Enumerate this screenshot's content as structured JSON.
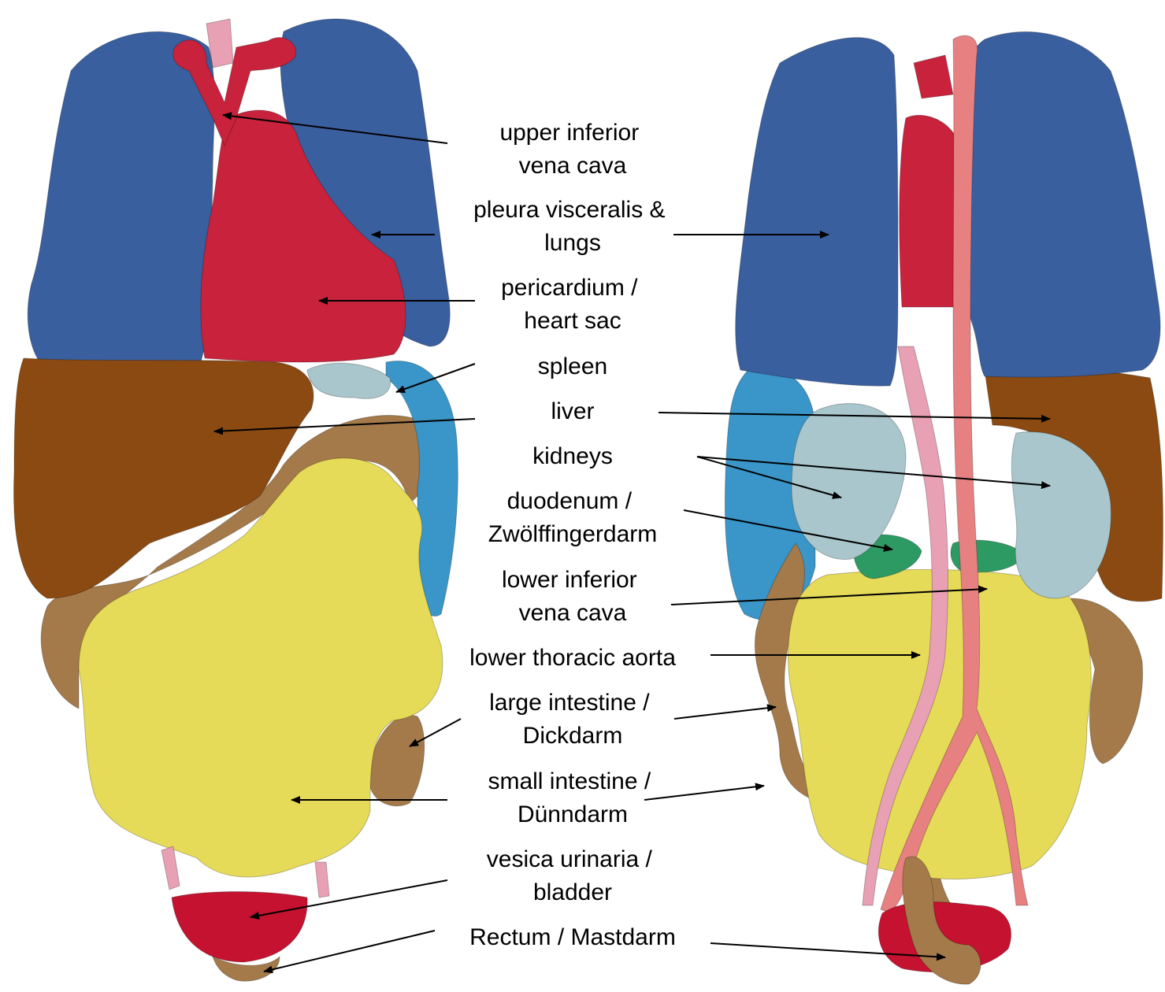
{
  "labels": [
    {
      "id": "upper-vena-cava",
      "lines": [
        "upper inferior",
        "vena cava"
      ]
    },
    {
      "id": "pleura-lungs",
      "lines": [
        "pleura visceralis &",
        "lungs"
      ]
    },
    {
      "id": "pericardium",
      "lines": [
        "pericardium /",
        "heart sac"
      ]
    },
    {
      "id": "spleen",
      "lines": [
        "spleen"
      ]
    },
    {
      "id": "liver",
      "lines": [
        "liver"
      ]
    },
    {
      "id": "kidneys",
      "lines": [
        "kidneys"
      ]
    },
    {
      "id": "duodenum",
      "lines": [
        "duodenum /",
        "Zwölffingerdarm"
      ]
    },
    {
      "id": "lower-vena-cava",
      "lines": [
        "lower inferior",
        "vena cava"
      ]
    },
    {
      "id": "lower-thoracic-aorta",
      "lines": [
        "lower thoracic aorta"
      ]
    },
    {
      "id": "large-intestine",
      "lines": [
        "large intestine /",
        "Dickdarm"
      ]
    },
    {
      "id": "small-intestine",
      "lines": [
        "small intestine /",
        "Dünndarm"
      ]
    },
    {
      "id": "bladder",
      "lines": [
        "vesica urinaria /",
        "bladder"
      ]
    },
    {
      "id": "rectum",
      "lines": [
        "Rectum / Mastdarm"
      ]
    }
  ],
  "colors": {
    "lung": "#3a5f9e",
    "heart": "#c8223c",
    "liver": "#8a4a12",
    "spleen": "#3a95c8",
    "kidney": "#a9c6cc",
    "duodenum": "#2e9a63",
    "aorta": "#e78080",
    "vena_cava": "#e8a0b4",
    "large_intestine": "#a47a4a",
    "small_intestine": "#e6db58",
    "bladder": "#c41230"
  }
}
